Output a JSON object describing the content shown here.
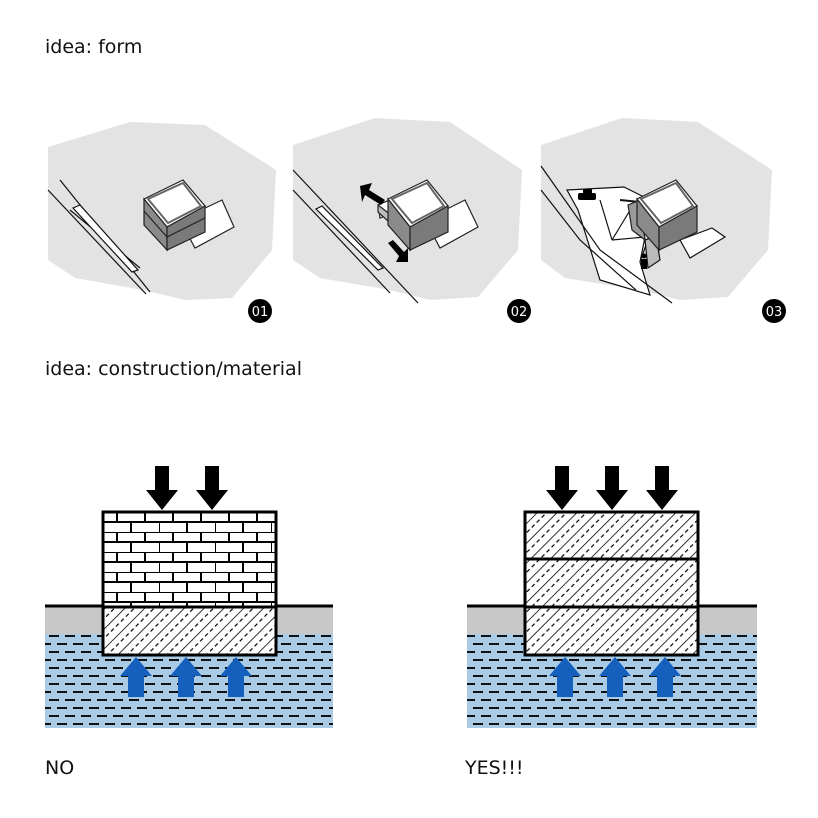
{
  "sections": {
    "form": {
      "title": "idea: form",
      "steps": [
        {
          "badge": "01",
          "description": "stacked box volume on site"
        },
        {
          "badge": "02",
          "description": "upper volume shifted along diagonal arrows"
        },
        {
          "badge": "03",
          "description": "access path with car and person icons"
        }
      ]
    },
    "construction": {
      "title": "idea: construction/material",
      "variants": [
        {
          "verdict": "NO",
          "load_arrows_down": 2,
          "uplift_arrows_up": 3,
          "upper_material": "brick masonry",
          "base_material": "concrete (hatched)"
        },
        {
          "verdict": "YES!!!",
          "load_arrows_down": 3,
          "uplift_arrows_up": 3,
          "upper_material": "concrete (hatched), 3 layers",
          "base_material": "concrete (hatched)"
        }
      ]
    }
  },
  "colors": {
    "site_gray": "#e3e3e3",
    "building_side": "#8a8a8a",
    "soil_gray": "#c8c8c8",
    "water_blue": "#a9cbe6",
    "uplift_arrow_blue": "#1560bd",
    "ink": "#000000"
  }
}
